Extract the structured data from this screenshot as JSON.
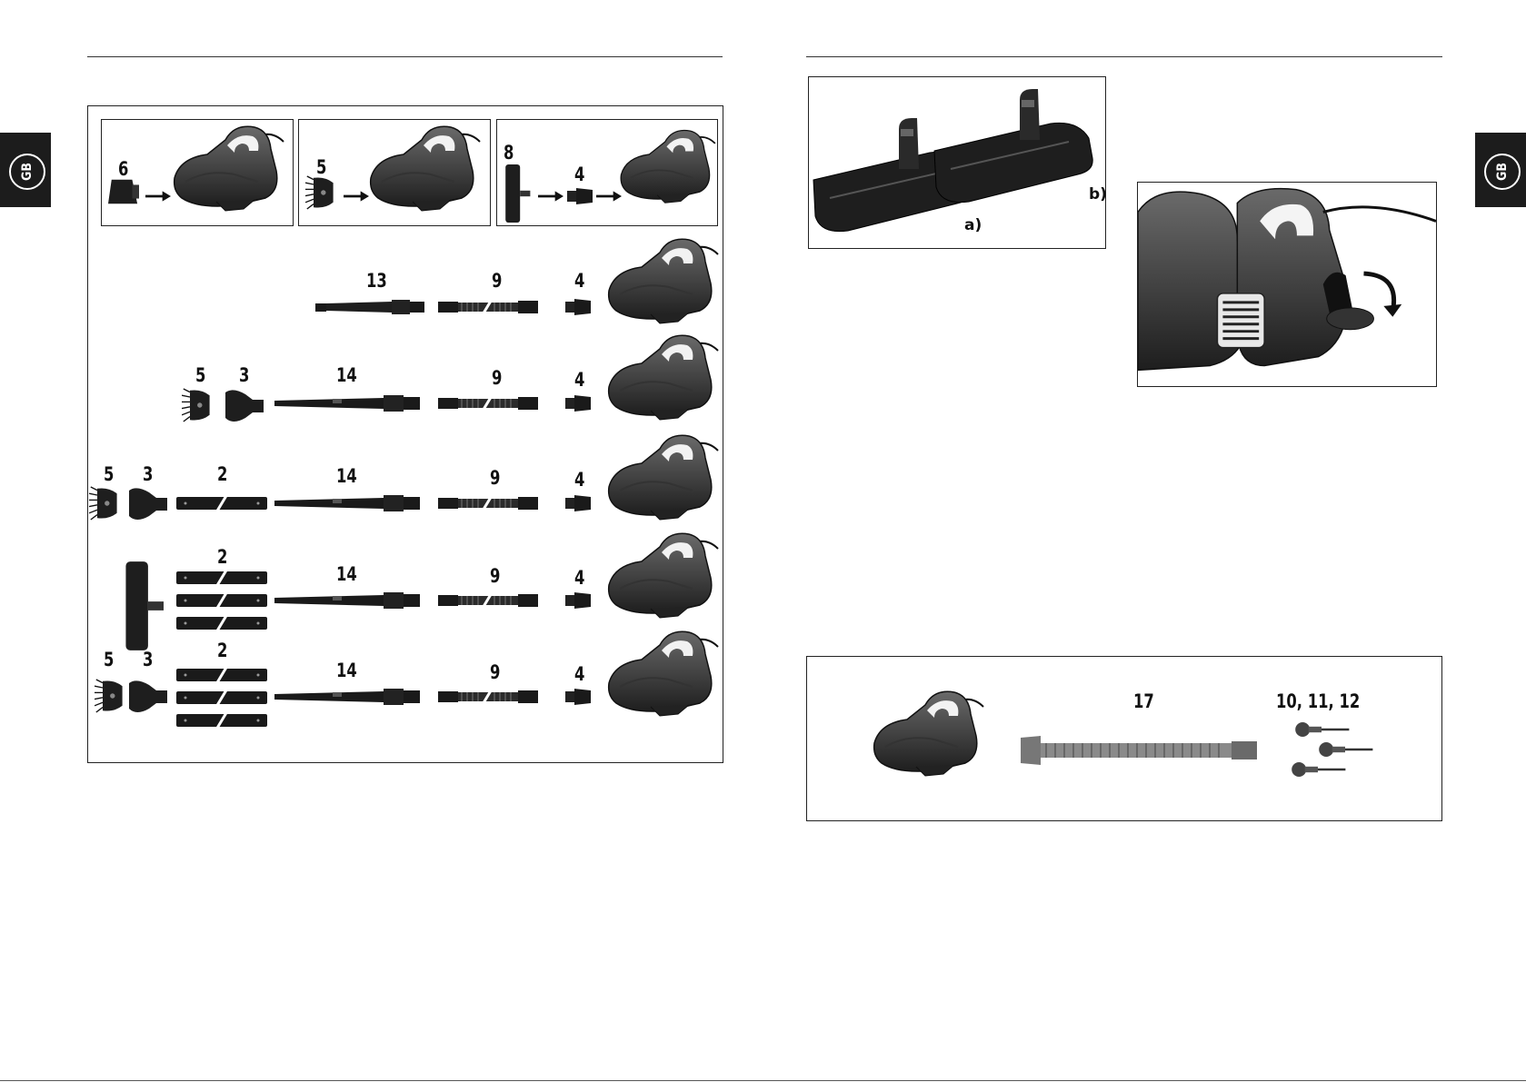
{
  "language_tab": "GB",
  "fig_combos": {
    "top_boxes": [
      {
        "labels": [
          "6"
        ]
      },
      {
        "labels": [
          "5"
        ]
      },
      {
        "labels": [
          "8",
          "4"
        ]
      }
    ],
    "rows": [
      {
        "labels": [
          "13",
          "9",
          "4"
        ]
      },
      {
        "labels": [
          "5",
          "3",
          "14",
          "9",
          "4"
        ]
      },
      {
        "labels": [
          "5",
          "3",
          "2",
          "14",
          "9",
          "4"
        ]
      },
      {
        "labels": [
          "2",
          "14",
          "9",
          "4"
        ]
      },
      {
        "labels": [
          "5",
          "3",
          "2",
          "14",
          "9",
          "4"
        ]
      }
    ]
  },
  "fig_floor_heads": {
    "label_a": "a)",
    "label_b": "b)"
  },
  "fig_accessories": {
    "hose_label": "17",
    "nozzle_label": "10, 11, 12"
  }
}
